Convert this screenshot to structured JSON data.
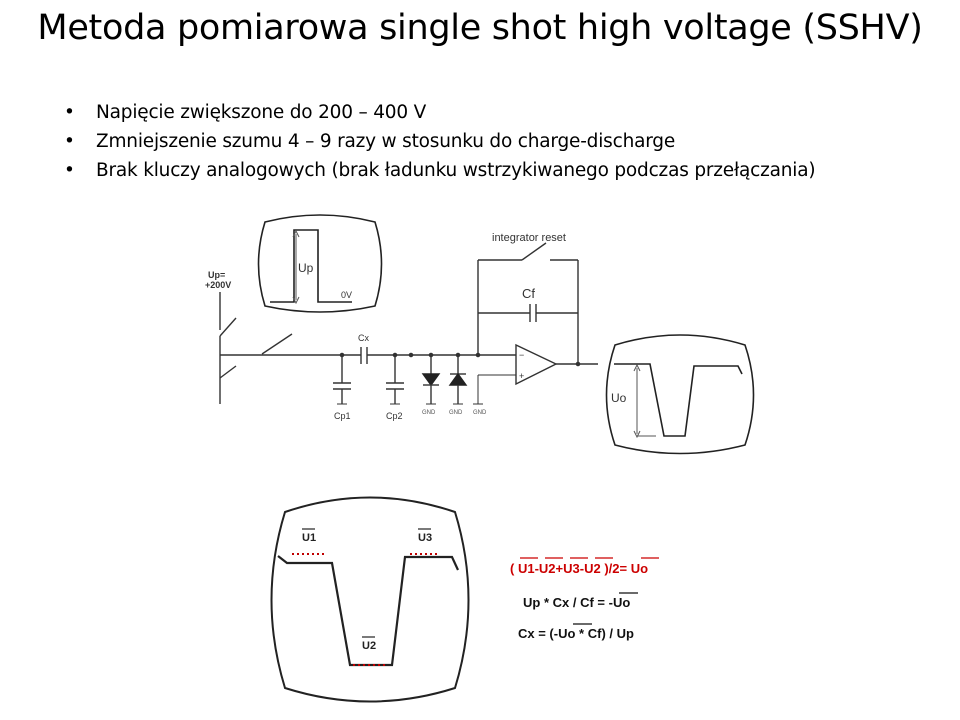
{
  "slide": {
    "title": "Metoda pomiarowa single shot high voltage (SSHV)",
    "bullets": [
      "Napięcie zwiększone do 200 – 400 V",
      "Zmniejszenie szumu 4 – 9 razy w stosunku do charge-discharge",
      "Brak kluczy analogowych (brak ładunku wstrzykiwanego podczas przełączania)"
    ],
    "bullet_symbol": "•"
  },
  "circuit": {
    "up_label_line1": "Up=",
    "up_label_line2": "+200V",
    "pulse_label": "Up",
    "zero_label": "0V",
    "cx_label": "Cx",
    "cp1_label": "Cp1",
    "cp2_label": "Cp2",
    "gnd_label": "GND",
    "integrator_reset_label": "integrator reset",
    "cf_label": "Cf",
    "uo_label": "Uo",
    "opamp_minus": "−",
    "opamp_plus": "+"
  },
  "waveform": {
    "u1_label": "U1",
    "u2_label": "U2",
    "u3_label": "U3"
  },
  "formulas": {
    "f1_parts": [
      "( ",
      "U1",
      "-",
      "U2",
      "+",
      "U3",
      "-",
      "U2",
      " )/2= ",
      "Uo"
    ],
    "f2_parts": [
      "Up * Cx / Cf = -",
      "Uo"
    ],
    "f3_parts": [
      "Cx = (-",
      "Uo",
      " * Cf) / Up"
    ]
  },
  "colors": {
    "formula_red": "#cc0000",
    "marker_red": "#c00000"
  }
}
